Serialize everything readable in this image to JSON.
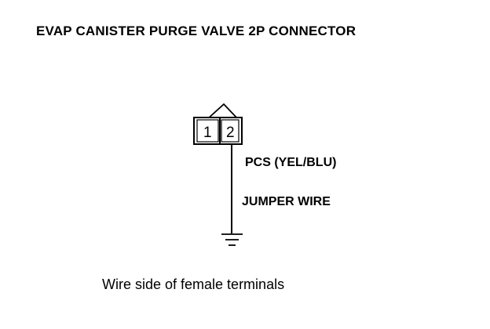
{
  "title": "EVAP CANISTER PURGE VALVE 2P CONNECTOR",
  "connector": {
    "pins": [
      "1",
      "2"
    ]
  },
  "wires": {
    "pcs_label": "PCS (YEL/BLU)",
    "jumper_label": "JUMPER WIRE"
  },
  "caption": "Wire side of female terminals"
}
